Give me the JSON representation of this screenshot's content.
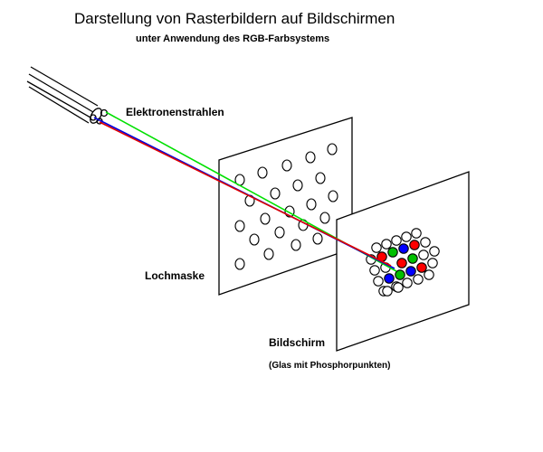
{
  "title": "Darstellung von Rasterbildern auf Bildschirmen",
  "subtitle": "unter Anwendung des RGB-Farbsystems",
  "labels": {
    "electron_beams": "Elektronenstrahlen",
    "shadow_mask": "Lochmaske",
    "screen": "Bildschirm",
    "screen_note": "(Glas mit Phosphorpunkten)"
  },
  "colors": {
    "beam_red": "#e00000",
    "beam_green": "#00e000",
    "beam_blue": "#0000e0",
    "phosphor_red": "#ff0000",
    "phosphor_green": "#00c000",
    "phosphor_blue": "#0000ff",
    "outline": "#000000",
    "background": "#ffffff"
  }
}
